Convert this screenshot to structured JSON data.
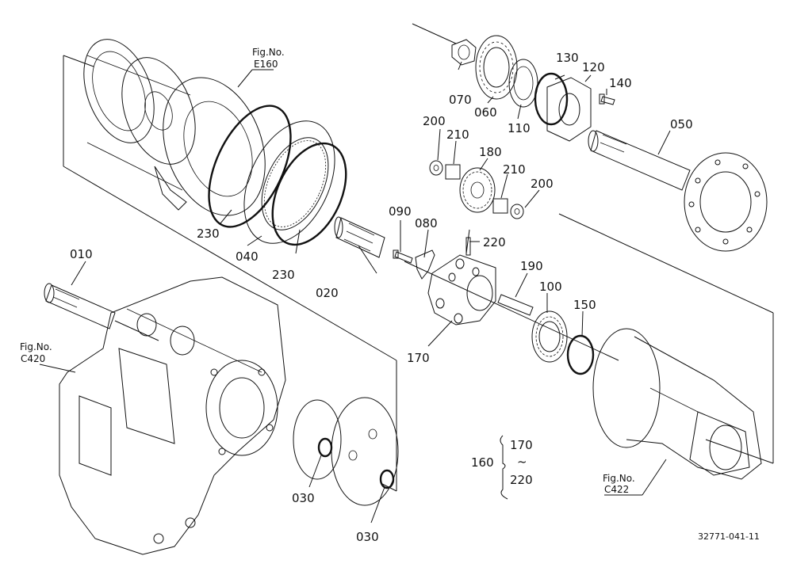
{
  "callouts": {
    "p010": "010",
    "p020": "020",
    "p030a": "030",
    "p030b": "030",
    "p040": "040",
    "p050": "050",
    "p060": "060",
    "p070": "070",
    "p080": "080",
    "p090": "090",
    "p100": "100",
    "p110": "110",
    "p120": "120",
    "p130": "130",
    "p140": "140",
    "p150": "150",
    "p170": "170",
    "p180": "180",
    "p190": "190",
    "p200a": "200",
    "p200b": "200",
    "p210a": "210",
    "p210b": "210",
    "p220": "220",
    "p230a": "230",
    "p230b": "230"
  },
  "fig_refs": {
    "e160": {
      "label": "Fig.No.",
      "number": "E160"
    },
    "c420": {
      "label": "Fig.No.",
      "number": "C420"
    },
    "c422": {
      "label": "Fig.No.",
      "number": "C422"
    }
  },
  "assembly": {
    "parent": "160",
    "from": "170",
    "tilde": "~",
    "to": "220"
  },
  "drawing_code": "32771-041-11"
}
